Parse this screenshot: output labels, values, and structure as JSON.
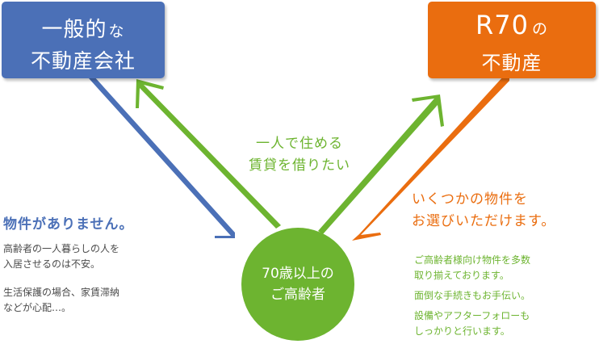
{
  "colors": {
    "general_blue": "#4b70b7",
    "r70_orange": "#ea6d0f",
    "senior_green": "#6db430",
    "body_gray": "#4a4a4a"
  },
  "general_agency": {
    "line1": "一般的",
    "line1_small": "な",
    "line2": "不動産会社"
  },
  "r70_agency": {
    "line1": "R70",
    "line1_small": "の",
    "line2": "不動産"
  },
  "senior": {
    "line1": "70歳以上の",
    "line2": "ご高齢者"
  },
  "request": {
    "line1": "一人で住める",
    "line2": "賃貸を借りたい"
  },
  "general_response": {
    "heading": "物件がありません。",
    "lines": [
      "高齢者の一人暮らしの人を",
      "入居させるのは不安。",
      "生活保護の場合、家賃滞納",
      "などが心配…。"
    ]
  },
  "r70_response": {
    "heading_lines": [
      "いくつかの物件を",
      "お選びいただけます。"
    ],
    "lines": [
      "ご高齢者様向け物件を多数",
      "取り揃えております。",
      "面倒な手続きもお手伝い。",
      "設備やアフターフォローも",
      "しっかりと行います。"
    ]
  }
}
